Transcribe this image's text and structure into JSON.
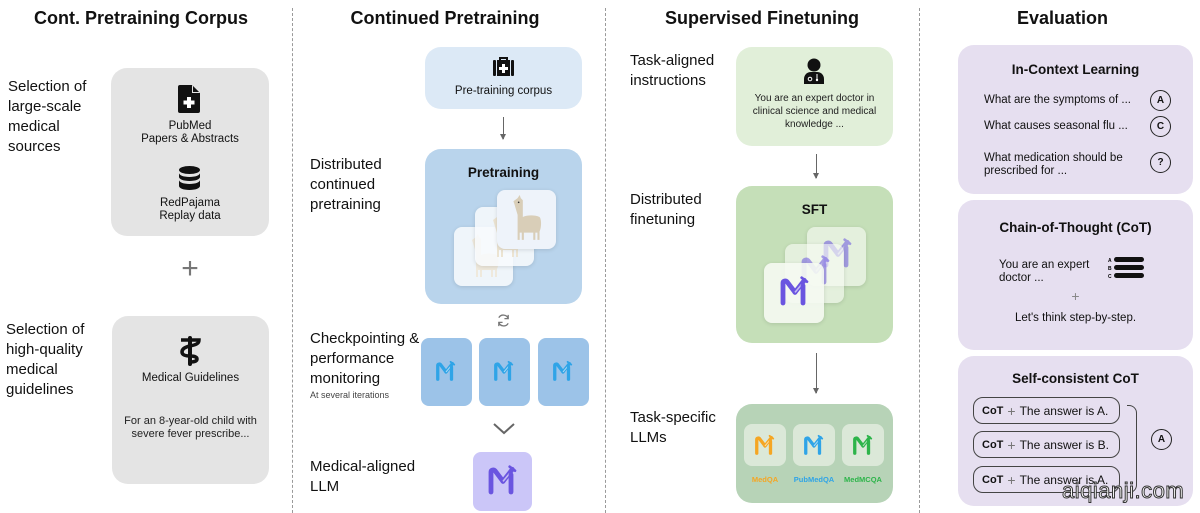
{
  "columns": {
    "corpus": {
      "title": "Cont. Pretraining Corpus",
      "label_large_scale": "Selection of large-scale medical sources",
      "sources": [
        {
          "icon": "file-medical-icon",
          "label_line1": "PubMed",
          "label_line2": "Papers & Abstracts"
        },
        {
          "icon": "database-icon",
          "label_line1": "RedPajama",
          "label_line2": "Replay data"
        }
      ],
      "plus": "+",
      "label_guidelines": "Selection of high-quality medical guidelines",
      "guidelines": {
        "icon": "caduceus-icon",
        "title": "Medical Guidelines",
        "example": "For an 8-year-old child with severe fever prescribe..."
      }
    },
    "pretraining": {
      "title": "Continued Pretraining",
      "corpus_box": {
        "icon": "medical-kit-icon",
        "label": "Pre-training corpus"
      },
      "label_distributed": "Distributed continued pretraining",
      "pretraining_box": {
        "title": "Pretraining"
      },
      "label_checkpointing": "Checkpointing & performance monitoring",
      "label_checkpointing_sub": "At several iterations",
      "label_aligned": "Medical-aligned LLM"
    },
    "finetuning": {
      "title": "Supervised Finetuning",
      "label_instructions": "Task-aligned instructions",
      "instruction_box": {
        "icon": "doctor-icon",
        "text": "You are an expert doctor in clinical science and medical knowledge ..."
      },
      "label_distributed": "Distributed finetuning",
      "sft_box": {
        "title": "SFT"
      },
      "label_task_llms": "Task-specific LLMs",
      "task_models": [
        {
          "name": "MedQA",
          "color": "#f5a623"
        },
        {
          "name": "PubMedQA",
          "color": "#2fa4e7"
        },
        {
          "name": "MedMCQA",
          "color": "#2db44a"
        }
      ]
    },
    "evaluation": {
      "title": "Evaluation",
      "icl": {
        "title": "In-Context Learning",
        "rows": [
          {
            "question": "What are the symptoms of ...",
            "answer": "A"
          },
          {
            "question": "What causes seasonal flu ...",
            "answer": "C"
          },
          {
            "question": "What medication should be prescribed for ...",
            "answer": "?"
          }
        ]
      },
      "cot": {
        "title": "Chain-of-Thought (CoT)",
        "prompt": "You are an expert doctor ...",
        "plus": "+",
        "suffix": "Let's think step-by-step.",
        "list_letters": [
          "A",
          "B",
          "C"
        ]
      },
      "sc_cot": {
        "title": "Self-consistent CoT",
        "paths": [
          {
            "prefix": "CoT",
            "plus": "+",
            "text": "The answer is A."
          },
          {
            "prefix": "CoT",
            "plus": "+",
            "text": "The answer is B."
          },
          {
            "prefix": "CoT",
            "plus": "+",
            "text": "The answer is A."
          }
        ],
        "final_answer": "A"
      }
    }
  },
  "colors": {
    "gray_box": "#e4e4e4",
    "blue_light": "#dce9f6",
    "blue_mid": "#b9d4ec",
    "blue_card": "#9cc3e8",
    "m_blue": "#2fa4e7",
    "purple_box": "#e6dff0",
    "purple_card": "#cbc6f8",
    "m_purple": "#6a55e0",
    "green_light": "#e1efd9",
    "green_mid": "#c5dfb8",
    "green_dark": "#b7d3b7"
  },
  "watermark": "aiqianji.com"
}
